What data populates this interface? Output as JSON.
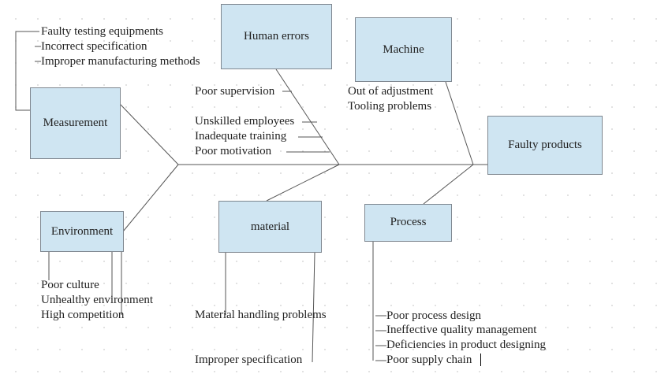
{
  "effect": "Faulty  products",
  "categories": {
    "measurement": "Measurement",
    "human_errors": "Human errors",
    "machine": "Machine",
    "environment": "Environment",
    "material": "material",
    "process": "Process"
  },
  "causes": {
    "measurement": [
      "Faulty testing equipments",
      "Incorrect specification",
      "Improper manufacturing methods"
    ],
    "human_errors": [
      "Poor supervision",
      "Unskilled employees",
      "Inadequate training",
      "Poor motivation"
    ],
    "machine": [
      "Out of adjustment",
      "Tooling problems"
    ],
    "environment": [
      "Poor culture",
      "Unhealthy environment",
      "High competition"
    ],
    "material": [
      "Material handling problems",
      "Improper specification"
    ],
    "process": [
      "Poor process design",
      "Ineffective quality management",
      "Deficiencies in product designing",
      "Poor supply chain"
    ]
  }
}
